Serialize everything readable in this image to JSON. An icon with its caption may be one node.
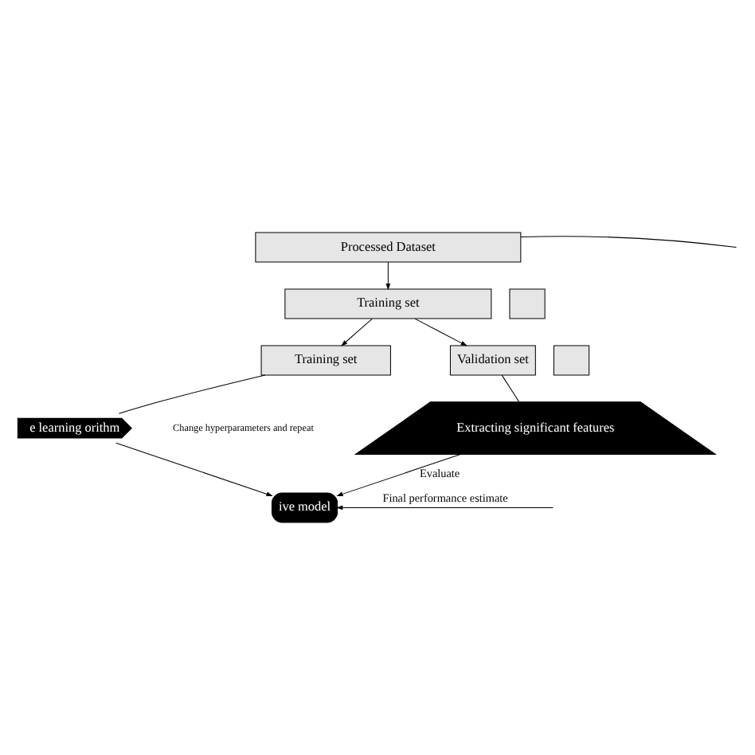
{
  "diagram": {
    "nodes": [
      {
        "text": [
          "Processed Dataset"
        ]
      },
      {
        "text": [
          "Training set"
        ]
      },
      {
        "text": [],
        "shape": "box"
      },
      {
        "text": [
          "Training set"
        ]
      },
      {
        "text": [
          "Validation set"
        ]
      },
      {
        "text": [],
        "shape": "box"
      },
      {
        "text": [
          "e learning orithm"
        ]
      },
      {
        "text": [
          "Extracting significant features"
        ]
      },
      {
        "text": [
          "ive model"
        ]
      }
    ],
    "edges": [
      {
        "from": 0,
        "to": 1,
        "arrow": "to"
      },
      {
        "from": 0,
        "to": null,
        "arrow": "none"
      },
      {
        "from": 1,
        "to": 3,
        "arrow": "to"
      },
      {
        "from": 1,
        "to": 4,
        "arrow": "to"
      },
      {
        "from": 3,
        "to": 6,
        "arrow": "none"
      },
      {
        "from": 6,
        "to": 8,
        "arrow": "to"
      },
      {
        "from": 4,
        "to": 7,
        "arrow": "none"
      },
      {
        "from": 7,
        "to": 8,
        "arrow": "to",
        "label": "Evaluate"
      },
      {
        "from": null,
        "to": 8,
        "arrow": "to",
        "label": "Final performance estimate"
      }
    ],
    "labels": [
      "Change hyperparameters and repeat"
    ]
  }
}
